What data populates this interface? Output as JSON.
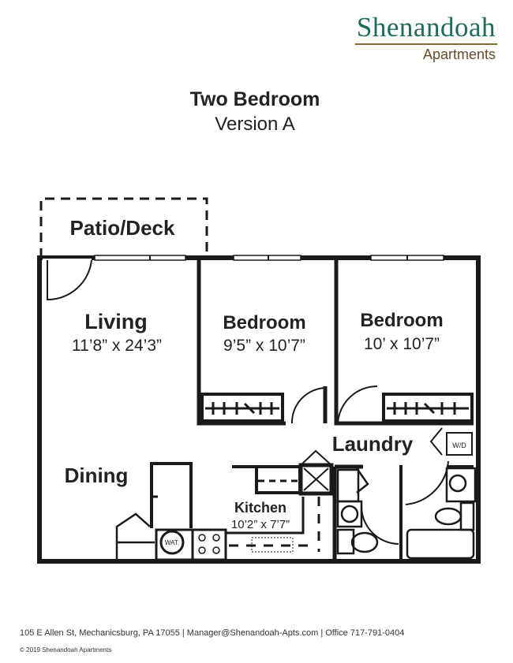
{
  "logo": {
    "name": "Shenandoah",
    "subtitle": "Apartments",
    "colors": {
      "name": "#1f6b5a",
      "rule": "#8a6a3a",
      "subtitle": "#6b4a2a"
    }
  },
  "header": {
    "title": "Two Bedroom",
    "version": "Version A"
  },
  "rooms": {
    "patio": {
      "label": "Patio/Deck"
    },
    "living": {
      "label": "Living",
      "size": "11’8” x 24’3”"
    },
    "bedroom1": {
      "label": "Bedroom",
      "size": "9’5” x 10’7”"
    },
    "bedroom2": {
      "label": "Bedroom",
      "size": "10’ x 10’7”"
    },
    "laundry": {
      "label": "Laundry",
      "appliance": "W/D"
    },
    "dining": {
      "label": "Dining"
    },
    "kitchen": {
      "label": "Kitchen",
      "size": "10’2” x 7’7”",
      "water_heater": "WAT."
    }
  },
  "footer": {
    "contact": "105 E Allen St, Mechanicsburg, PA 17055 | Manager@Shenandoah-Apts.com | Office 717-791-0404",
    "copyright": "© 2019 Shenandoah Apartments"
  }
}
